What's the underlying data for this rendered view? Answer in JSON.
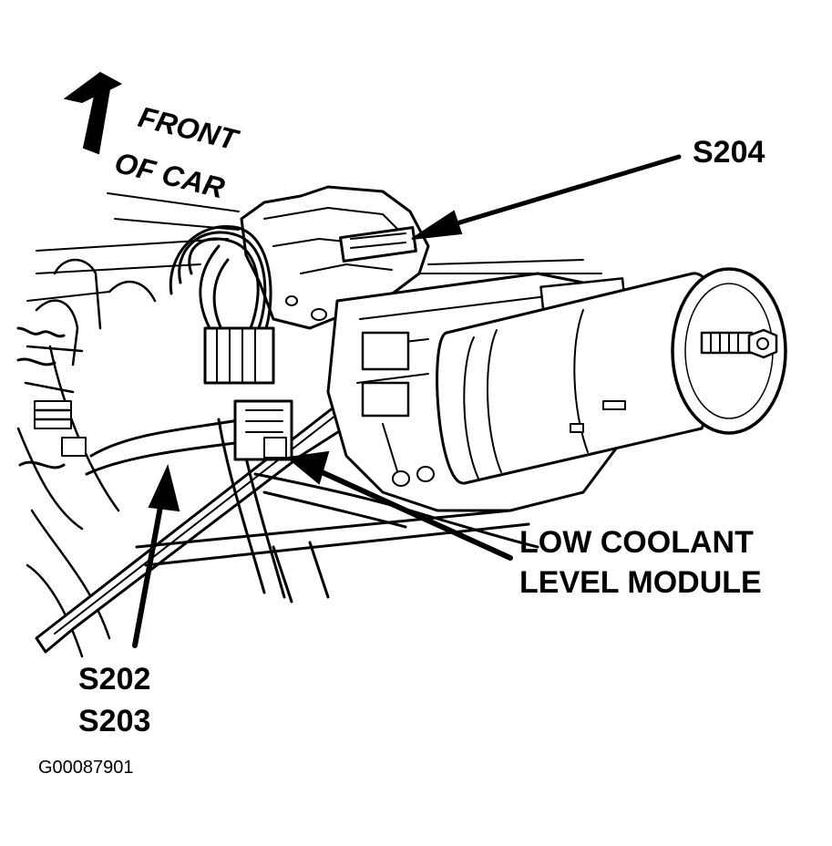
{
  "orientation": {
    "line1": "FRONT",
    "line2": "OF CAR"
  },
  "callouts": {
    "s204": "S204",
    "low_coolant_line1": "LOW COOLANT",
    "low_coolant_line2": "LEVEL MODULE",
    "s202": "S202",
    "s203": "S203"
  },
  "figure_id": "G00087901"
}
